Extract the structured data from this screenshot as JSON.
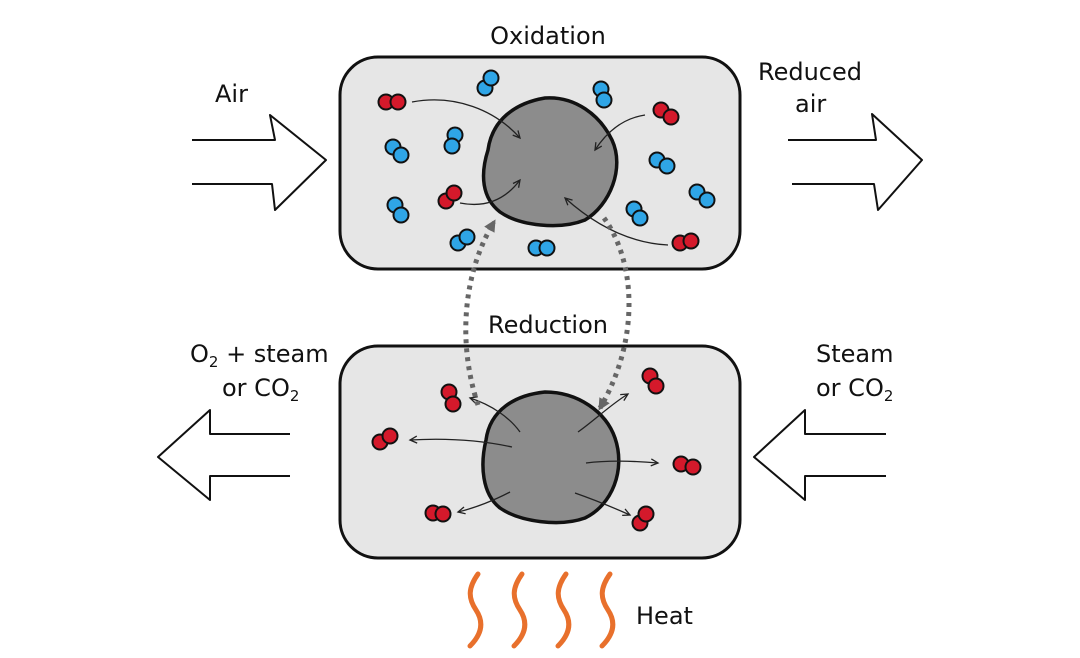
{
  "labels": {
    "oxidation": "Oxidation",
    "reduction": "Reduction",
    "air": "Air",
    "reduced_air_line1": "Reduced",
    "reduced_air_line2": "air",
    "out_line1_prefix": "O",
    "out_line1_sub": "2",
    "out_line1_suffix": " + steam",
    "out_line2_prefix": "or CO",
    "out_line2_sub": "2",
    "in_line1": "Steam",
    "in_line2_prefix": "or CO",
    "in_line2_sub": "2",
    "heat": "Heat"
  },
  "colors": {
    "chamber_fill": "#e6e6e6",
    "particle_fill": "#8c8c8c",
    "oxygen_red": "#d4192b",
    "inert_blue": "#2fa5e6",
    "heat_orange": "#e8702c",
    "cycle_arrow": "#666666",
    "outline": "#111111"
  }
}
